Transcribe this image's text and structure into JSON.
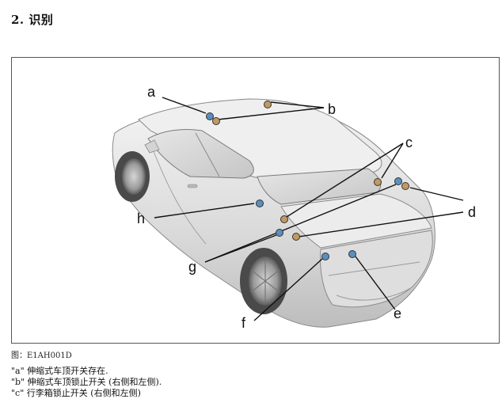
{
  "section": {
    "number": "2.",
    "title": "识别"
  },
  "figure": {
    "callouts": [
      "a",
      "b",
      "c",
      "d",
      "e",
      "f",
      "g",
      "h"
    ],
    "caption": "图：E1AH001D"
  },
  "legend": [
    {
      "key": "\"a\"",
      "text": "伸缩式车顶开关存在."
    },
    {
      "key": "\"b\"",
      "text": "伸缩式车顶锁止开关 (右侧和左侧)."
    },
    {
      "key": "\"c\"",
      "text": "行李箱锁止开关 (右侧和左侧)"
    }
  ],
  "colors": {
    "switch_blue": "#5a8fc0",
    "switch_tan": "#c09a62"
  }
}
